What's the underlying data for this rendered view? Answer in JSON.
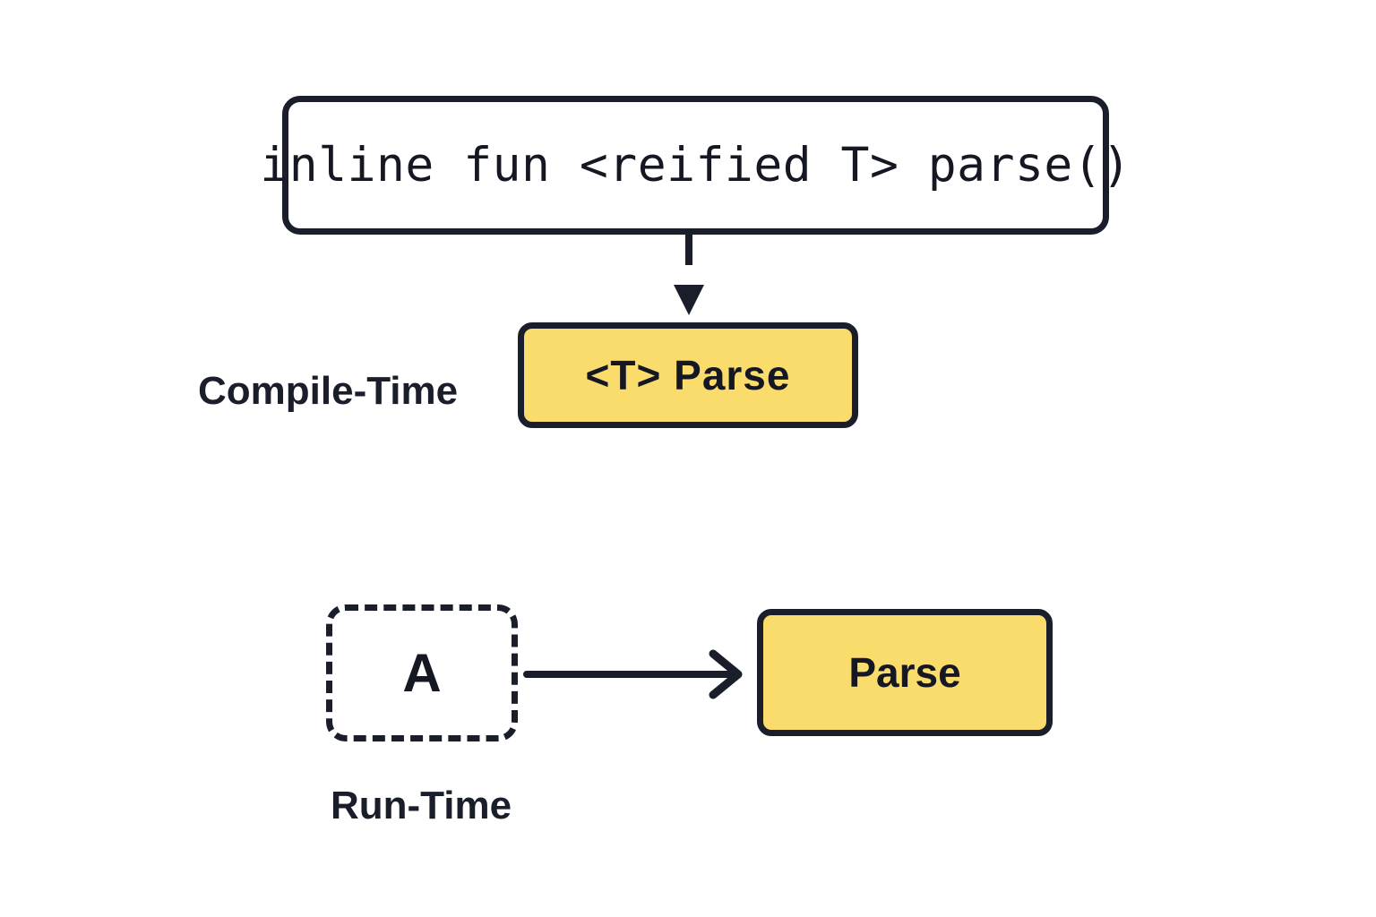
{
  "diagram": {
    "title": "Kotlin reified type parameter: compile-time vs run-time",
    "colors": {
      "ink": "#1a1e2b",
      "accent_yellow": "#f9dc6c",
      "background": "#ffffff",
      "text": "#151823"
    },
    "nodes": {
      "code_signature": {
        "text": "inline fun <reified T> parse()",
        "shape": "rounded-rect",
        "fill": "#ffffff",
        "border": "solid"
      },
      "compile_time_parse": {
        "text": "<T> Parse",
        "shape": "rounded-rect",
        "fill": "#f9dc6c",
        "border": "solid"
      },
      "runtime_type": {
        "text": "A",
        "shape": "rounded-rect",
        "fill": "#ffffff",
        "border": "dashed"
      },
      "runtime_parse": {
        "text": "Parse",
        "shape": "rounded-rect",
        "fill": "#f9dc6c",
        "border": "solid"
      }
    },
    "captions": {
      "compile_time": "Compile-Time",
      "run_time": "Run-Time"
    },
    "connectors": [
      {
        "name": "code-to-compile-parse",
        "style": "dashed",
        "direction": "down",
        "from": "code_signature",
        "to": "compile_time_parse",
        "arrowhead": "filled-triangle"
      },
      {
        "name": "type-to-runtime-parse",
        "style": "solid",
        "direction": "right",
        "from": "runtime_type",
        "to": "runtime_parse",
        "arrowhead": "chevron"
      }
    ]
  }
}
